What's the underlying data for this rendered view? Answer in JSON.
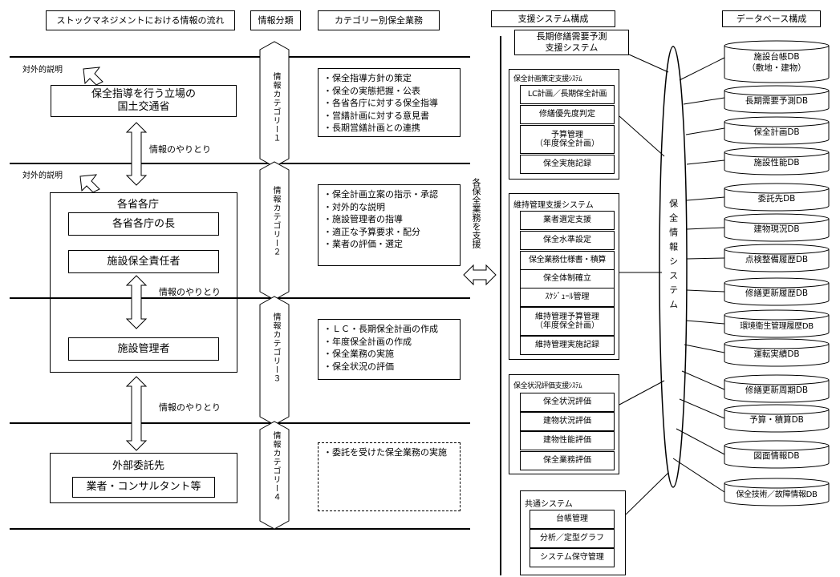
{
  "headers": {
    "flow": "ストックマネジメントにおける情報の流れ",
    "classification": "情報分類",
    "category_tasks": "カテゴリー別保全業務",
    "support_system": "支援システム構成",
    "database": "データベース構成"
  },
  "flow": {
    "external_explanation_1": "対外的説明",
    "external_explanation_2": "対外的説明",
    "mlit_line1": "保全指導を行う立場の",
    "mlit_line2": "国土交通省",
    "ministries": "各省各庁",
    "ministry_head": "各省各庁の長",
    "facility_manager_chief": "施設保全責任者",
    "facility_manager": "施設管理者",
    "outsourcee": "外部委託先",
    "contractors": "業者・コンサルタント等",
    "exchange_1": "情報のやりとり",
    "exchange_2": "情報のやりとり",
    "exchange_3": "情報のやりとり"
  },
  "categories": [
    "情報カテゴリー１",
    "情報カテゴリー２",
    "情報カテゴリー３",
    "情報カテゴリー４"
  ],
  "tasks": {
    "cat1": [
      "・保全指導方針の策定",
      "・保全の実態把握・公表",
      "・各省各庁に対する保全指導",
      "・営繕計画に対する意見書",
      "・長期営繕計画との連携"
    ],
    "cat2": [
      "・保全計画立案の指示・承認",
      "・対外的な説明",
      "・施設管理者の指導",
      "・適正な予算要求・配分",
      "・業者の評価・選定"
    ],
    "cat3": [
      "・ＬＣ・長期保全計画の作成",
      "・年度保全計画の作成",
      "・保全業務の実施",
      "・保全状況の評価"
    ],
    "cat4": [
      "・委託を受けた保全業務の実施"
    ]
  },
  "support_label": "各保全業務を支援",
  "systems": {
    "longterm": [
      "長期修繕需要予測",
      "支援システム"
    ],
    "plan": {
      "title": "保全計画策定支援ｼｽﾃﾑ",
      "items": [
        "LC計画／長期保全計画",
        "修繕優先度判定",
        "予算管理",
        "（年度保全計画）",
        "保全実施記録"
      ]
    },
    "maint": {
      "title": "維持管理支援システム",
      "items": [
        "業者選定支援",
        "保全水準設定",
        "保全業務仕様書・積算",
        "保全体制確立",
        "ｽｹｼﾞｭｰﾙ管理",
        "維持管理予算管理",
        "（年度保全計画）",
        "維持管理実施記録"
      ]
    },
    "eval": {
      "title": "保全状況評価支援ｼｽﾃﾑ",
      "items": [
        "保全状況評価",
        "建物状況評価",
        "建物性能評価",
        "保全業務評価"
      ]
    },
    "common": {
      "title": "共通システム",
      "items": [
        "台帳管理",
        "分析／定型グラフ",
        "システム保守管理"
      ]
    },
    "info_system": "保全情報システム"
  },
  "databases": [
    [
      "施設台帳DB",
      "（敷地・建物）"
    ],
    [
      "長期需要予測DB"
    ],
    [
      "保全計画DB"
    ],
    [
      "施設性能DB"
    ],
    [
      "委託先DB"
    ],
    [
      "建物現況DB"
    ],
    [
      "点検整備履歴DB"
    ],
    [
      "修繕更新履歴DB"
    ],
    [
      "環境衛生管理履歴DB"
    ],
    [
      "運転実績DB"
    ],
    [
      "修繕更新周期DB"
    ],
    [
      "予算・積算DB"
    ],
    [
      "図面情報DB"
    ],
    [
      "保全技術／故障情報DB"
    ]
  ]
}
